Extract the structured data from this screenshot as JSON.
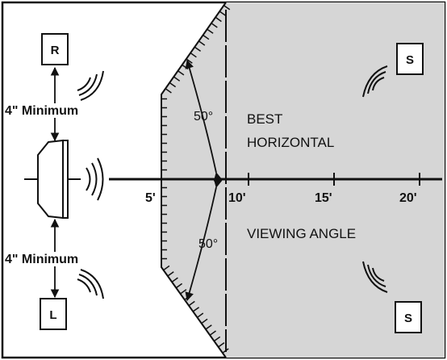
{
  "colors": {
    "background": "#ffffff",
    "shaded_area": "#d6d6d6",
    "line": "#111111"
  },
  "speakers": {
    "right_label": "R",
    "left_label": "L",
    "surround_label": "S"
  },
  "min_distance_top": "4\" Minimum",
  "min_distance_bottom": "4\" Minimum",
  "angle_top": "50°",
  "angle_bottom": "50°",
  "best_line1": "BEST",
  "best_line2": "HORIZONTAL",
  "viewing_label": "VIEWING ANGLE",
  "distances": [
    "5'",
    "10'",
    "15'",
    "20'"
  ]
}
